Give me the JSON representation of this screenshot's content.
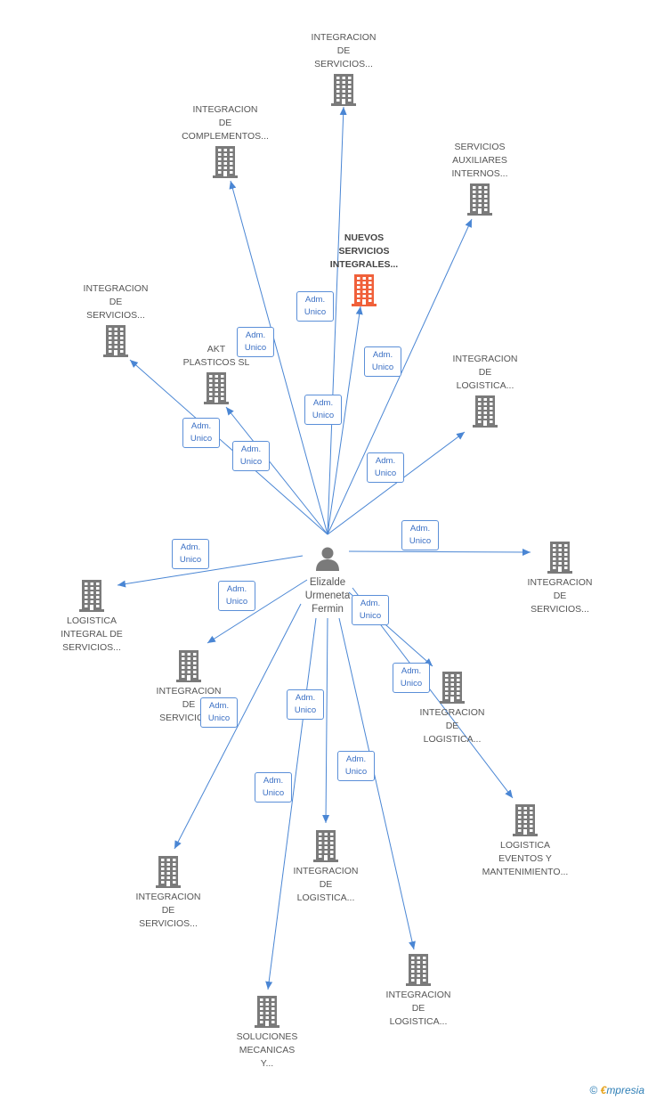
{
  "center": {
    "name": "Elizalde Urmeneta Fermin",
    "lines": [
      "Elizalde",
      "Urmeneta",
      "Fermin"
    ],
    "icon": "person-icon"
  },
  "role_label": [
    "Adm.",
    "Unico"
  ],
  "colors": {
    "edge": "#4a86d4",
    "building": "#7a7a7a",
    "highlight": "#f0603a",
    "badge_text": "#3a6fc4"
  },
  "companies": [
    {
      "id": "c1",
      "lines": [
        "INTEGRACION",
        "DE",
        "SERVICIOS..."
      ],
      "label_pos": "top"
    },
    {
      "id": "c2",
      "lines": [
        "INTEGRACION",
        "DE",
        "COMPLEMENTOS..."
      ],
      "label_pos": "top"
    },
    {
      "id": "c3",
      "lines": [
        "SERVICIOS",
        "AUXILIARES",
        "INTERNOS..."
      ],
      "label_pos": "top"
    },
    {
      "id": "c4",
      "lines": [
        "NUEVOS",
        "SERVICIOS",
        "INTEGRALES..."
      ],
      "label_pos": "top",
      "highlight": true
    },
    {
      "id": "c5",
      "lines": [
        "INTEGRACION",
        "DE",
        "SERVICIOS..."
      ],
      "label_pos": "top"
    },
    {
      "id": "c6",
      "lines": [
        "AKT",
        "PLASTICOS SL"
      ],
      "label_pos": "top"
    },
    {
      "id": "c7",
      "lines": [
        "INTEGRACION",
        "DE",
        "LOGISTICA..."
      ],
      "label_pos": "top"
    },
    {
      "id": "c8",
      "lines": [
        "INTEGRACION",
        "DE",
        "SERVICIOS..."
      ],
      "label_pos": "bottom"
    },
    {
      "id": "c9",
      "lines": [
        "LOGISTICA",
        "INTEGRAL DE",
        "SERVICIOS..."
      ],
      "label_pos": "bottom"
    },
    {
      "id": "c10",
      "lines": [
        "INTEGRACION",
        "DE",
        "SERVICIOS..."
      ],
      "label_pos": "bottom"
    },
    {
      "id": "c11",
      "lines": [
        "INTEGRACION",
        "DE",
        "LOGISTICA..."
      ],
      "label_pos": "bottom"
    },
    {
      "id": "c12",
      "lines": [
        "LOGISTICA",
        "EVENTOS Y",
        "MANTENIMIENTO..."
      ],
      "label_pos": "bottom"
    },
    {
      "id": "c13",
      "lines": [
        "INTEGRACION",
        "DE",
        "SERVICIOS..."
      ],
      "label_pos": "bottom"
    },
    {
      "id": "c14",
      "lines": [
        "INTEGRACION",
        "DE",
        "LOGISTICA..."
      ],
      "label_pos": "bottom"
    },
    {
      "id": "c15",
      "lines": [
        "INTEGRACION",
        "DE",
        "LOGISTICA..."
      ],
      "label_pos": "bottom"
    },
    {
      "id": "c16",
      "lines": [
        "SOLUCIONES",
        "MECANICAS",
        "Y..."
      ],
      "label_pos": "bottom"
    }
  ],
  "footer": {
    "copyright": "©",
    "brand_initial": "€",
    "brand_rest": "mpresia"
  }
}
